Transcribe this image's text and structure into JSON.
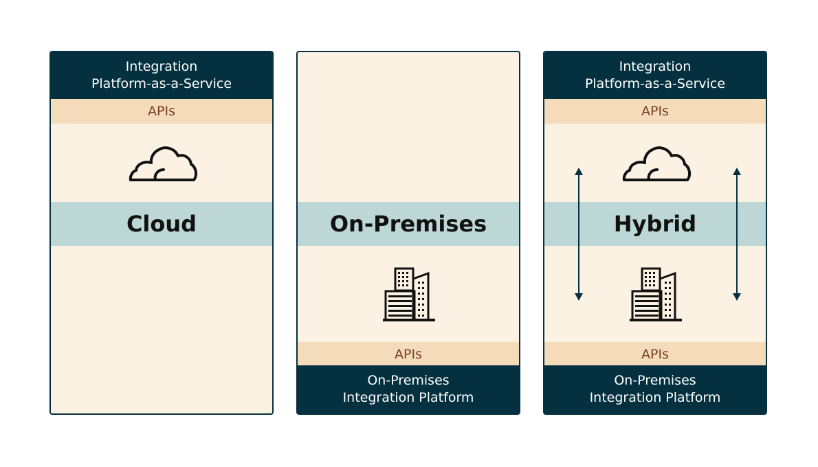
{
  "cards": {
    "cloud": {
      "header_line1": "Integration",
      "header_line2": "Platform-as-a-Service",
      "apis_top": "APIs",
      "title": "Cloud"
    },
    "on_premises": {
      "title": "On-Premises",
      "apis_bottom": "APIs",
      "footer_line1": "On-Premises",
      "footer_line2": "Integration Platform"
    },
    "hybrid": {
      "header_line1": "Integration",
      "header_line2": "Platform-as-a-Service",
      "apis_top": "APIs",
      "title": "Hybrid",
      "apis_bottom": "APIs",
      "footer_line1": "On-Premises",
      "footer_line2": "Integration Platform"
    }
  },
  "icons": [
    "cloud-icon",
    "building-icon",
    "double-arrow-icon"
  ],
  "colors": {
    "dark_navy": "#04303f",
    "cream": "#fbf2e4",
    "tan": "#f4dcba",
    "api_text": "#7a3d22",
    "teal": "#bdd6d6"
  }
}
